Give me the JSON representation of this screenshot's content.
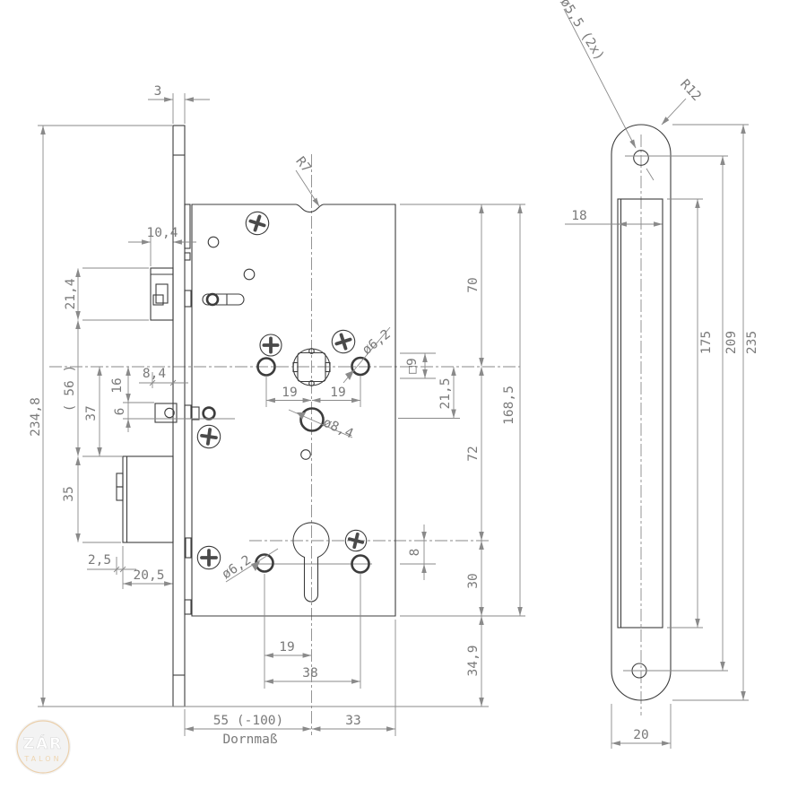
{
  "meta": {
    "type": "technical-drawing",
    "subject": "Mortise lock with euro-profile cylinder cutout — lock case side view and faceplate front view",
    "units": "mm"
  },
  "colors": {
    "background": "#ffffff",
    "object_line": "#3c3c3c",
    "dimension_line": "#8a8a8a",
    "dimension_text": "#7a7a7a",
    "logo_ring": "#e5c08f",
    "logo_gold_text": "#e9c897"
  },
  "labels": {
    "plate_thickness": "3",
    "latch_protrusion": "10,4",
    "latch_height": "21,4",
    "ref_56": "( 56 )",
    "dim_8_4": "8,4",
    "dim_16": "16",
    "dim_6": "6",
    "dim_37": "37",
    "dim_35": "35",
    "dim_2_5": "2,5",
    "dim_20_5": "20,5",
    "total_height": "234,8",
    "dim_19_left": "19",
    "dim_19_right": "19",
    "dim_19_lower": "19",
    "dim_38": "38",
    "backset": "55 (-100)",
    "dim_33": "33",
    "backset_word": "Dornmaß",
    "dim_70": "70",
    "dim_21_5": "21,5",
    "dim_72": "72",
    "dim_8": "8",
    "dim_30": "30",
    "dim_34_9": "34,9",
    "case_height": "168,5",
    "dia_6_2_upper": "ø6,2",
    "dia_8_4": "ø8,4",
    "dia_6_2_lower": "ø6,2",
    "radius_r7": "R7",
    "square_9": "□9",
    "dia_5_5": "ø5,5 (2x)",
    "radius_r12": "R12",
    "dim_18": "18",
    "dim_175": "175",
    "dim_209": "209",
    "dim_235": "235",
    "dim_20": "20"
  },
  "logo": {
    "line1": "ZÁR",
    "line2": "TALON"
  }
}
